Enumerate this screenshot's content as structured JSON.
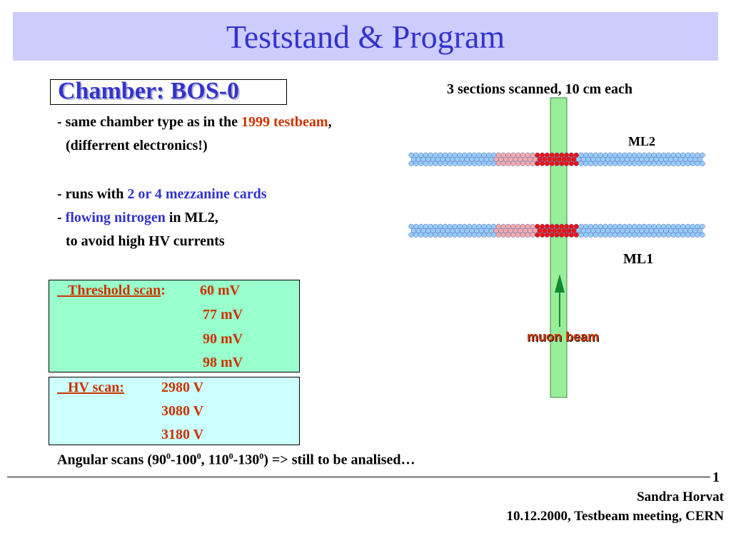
{
  "title": "Teststand & Program",
  "chamber_title": "Chamber: BOS-0",
  "bullets": {
    "line1_a": "- same chamber type as in the ",
    "line1_b": "1999 testbeam",
    "line1_c": ",",
    "line2": "(differrent electronics!)",
    "line3_a": "- runs with ",
    "line3_b": "2 or 4 mezzanine cards",
    "line4_a": "- ",
    "line4_b": "flowing nitrogen",
    "line4_c": " in ML2,",
    "line5": "to avoid high HV currents"
  },
  "threshold": {
    "label": "Threshold scan",
    "colon": ":",
    "values": [
      "60 mV",
      "77 mV",
      "90 mV",
      "98 mV"
    ]
  },
  "hv": {
    "label": "HV scan:",
    "values": [
      "2980 V",
      "3080 V",
      "3180 V"
    ]
  },
  "angular": {
    "a": "Angular scans (90",
    "sup1": "0",
    "b": "-100",
    "sup2": "0",
    "c": ", 110",
    "sup3": "0",
    "d": "-130",
    "sup4": "0",
    "e": ") => still to be analised…"
  },
  "diagram": {
    "caption": "3 sections scanned, 10 cm each",
    "ml2": "ML2",
    "ml1": "ML1",
    "beam": "muon beam",
    "colors": {
      "tube": "#99ccff",
      "section_light": "#ffaaaa",
      "section_dark": "#ee1111",
      "beam": "#99ee99",
      "arrow": "#118833"
    }
  },
  "footer": {
    "page": "1",
    "author": "Sandra Horvat",
    "event": "10.12.2000, Testbeam meeting, CERN"
  }
}
